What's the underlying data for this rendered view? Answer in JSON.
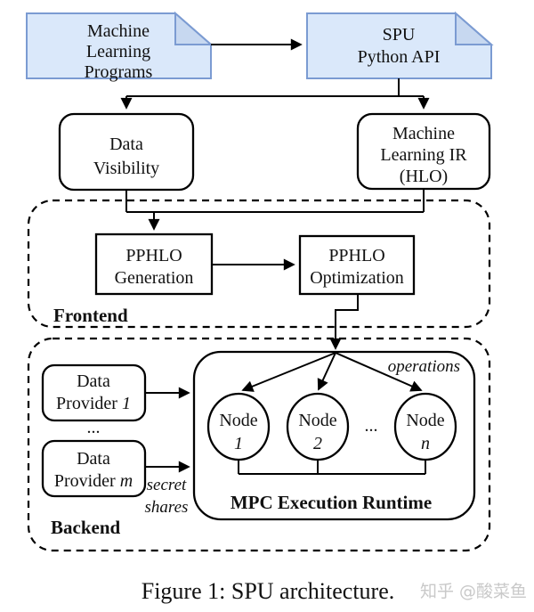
{
  "diagram": {
    "top_row": {
      "ml_programs": {
        "lines": [
          "Machine",
          "Learning",
          "Programs"
        ]
      },
      "spu_api": {
        "lines": [
          "SPU",
          "Python API"
        ]
      }
    },
    "mid_row": {
      "data_visibility": {
        "lines": [
          "Data",
          "Visibility"
        ]
      },
      "ml_ir": {
        "lines": [
          "Machine",
          "Learning IR",
          "(HLO)"
        ]
      }
    },
    "frontend": {
      "label": "Frontend",
      "pphlo_generation": {
        "lines": [
          "PPHLO",
          "Generation"
        ]
      },
      "pphlo_optimization": {
        "lines": [
          "PPHLO",
          "Optimization"
        ]
      }
    },
    "backend": {
      "label": "Backend",
      "provider_1": {
        "line1": "Data",
        "line2_prefix": "Provider ",
        "line2_var": "1"
      },
      "provider_ellipsis": "...",
      "provider_m": {
        "line1": "Data",
        "line2_prefix": "Provider ",
        "line2_var": "m"
      },
      "secret_shares": {
        "line1": "secret",
        "line2": "shares"
      },
      "mpc_runtime": {
        "operations_label": "operations",
        "title": "MPC Execution Runtime",
        "node_1": {
          "word": "Node",
          "sub": "1"
        },
        "node_2": {
          "word": "Node",
          "sub": "2"
        },
        "node_ellipsis": "...",
        "node_n": {
          "word": "Node",
          "sub": "n"
        }
      }
    },
    "caption": "Figure 1: SPU architecture.",
    "watermark": "知乎 @酸菜鱼"
  },
  "colors": {
    "doc_fill": "#dae8fa",
    "doc_fold": "#c7d8f0",
    "doc_stroke": "#7b9bd2",
    "line": "#000000",
    "watermark": "#c9c9c9"
  }
}
